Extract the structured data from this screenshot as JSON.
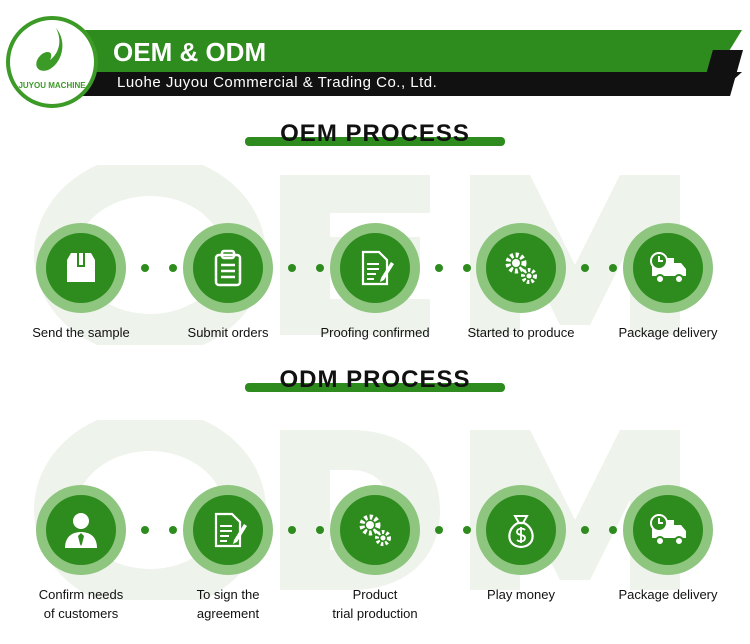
{
  "header": {
    "title": "OEM & ODM",
    "subtitle": "Luohe Juyou Commercial & Trading Co., Ltd.",
    "logo_text": "JUYOU MACHINE"
  },
  "watermarks": {
    "oem": "OEM",
    "odm": "ODM"
  },
  "oem": {
    "title": "OEM PROCESS",
    "steps": [
      {
        "label": "Send the sample",
        "icon": "box-icon"
      },
      {
        "label": "Submit orders",
        "icon": "clipboard-icon"
      },
      {
        "label": "Proofing confirmed",
        "icon": "document-edit-icon"
      },
      {
        "label": "Started to produce",
        "icon": "gears-icon"
      },
      {
        "label": "Package delivery",
        "icon": "delivery-truck-icon"
      }
    ]
  },
  "odm": {
    "title": "ODM PROCESS",
    "steps": [
      {
        "label": "Confirm needs",
        "label2": "of customers",
        "icon": "customer-icon"
      },
      {
        "label": "To sign the",
        "label2": "agreement",
        "icon": "document-edit-icon"
      },
      {
        "label": "Product",
        "label2": "trial production",
        "icon": "gears-icon"
      },
      {
        "label": "Play money",
        "icon": "money-bag-icon"
      },
      {
        "label": "Package delivery",
        "icon": "delivery-truck-icon"
      }
    ]
  },
  "colors": {
    "green": "#2e8b1e",
    "light_green": "#8ec57f"
  }
}
